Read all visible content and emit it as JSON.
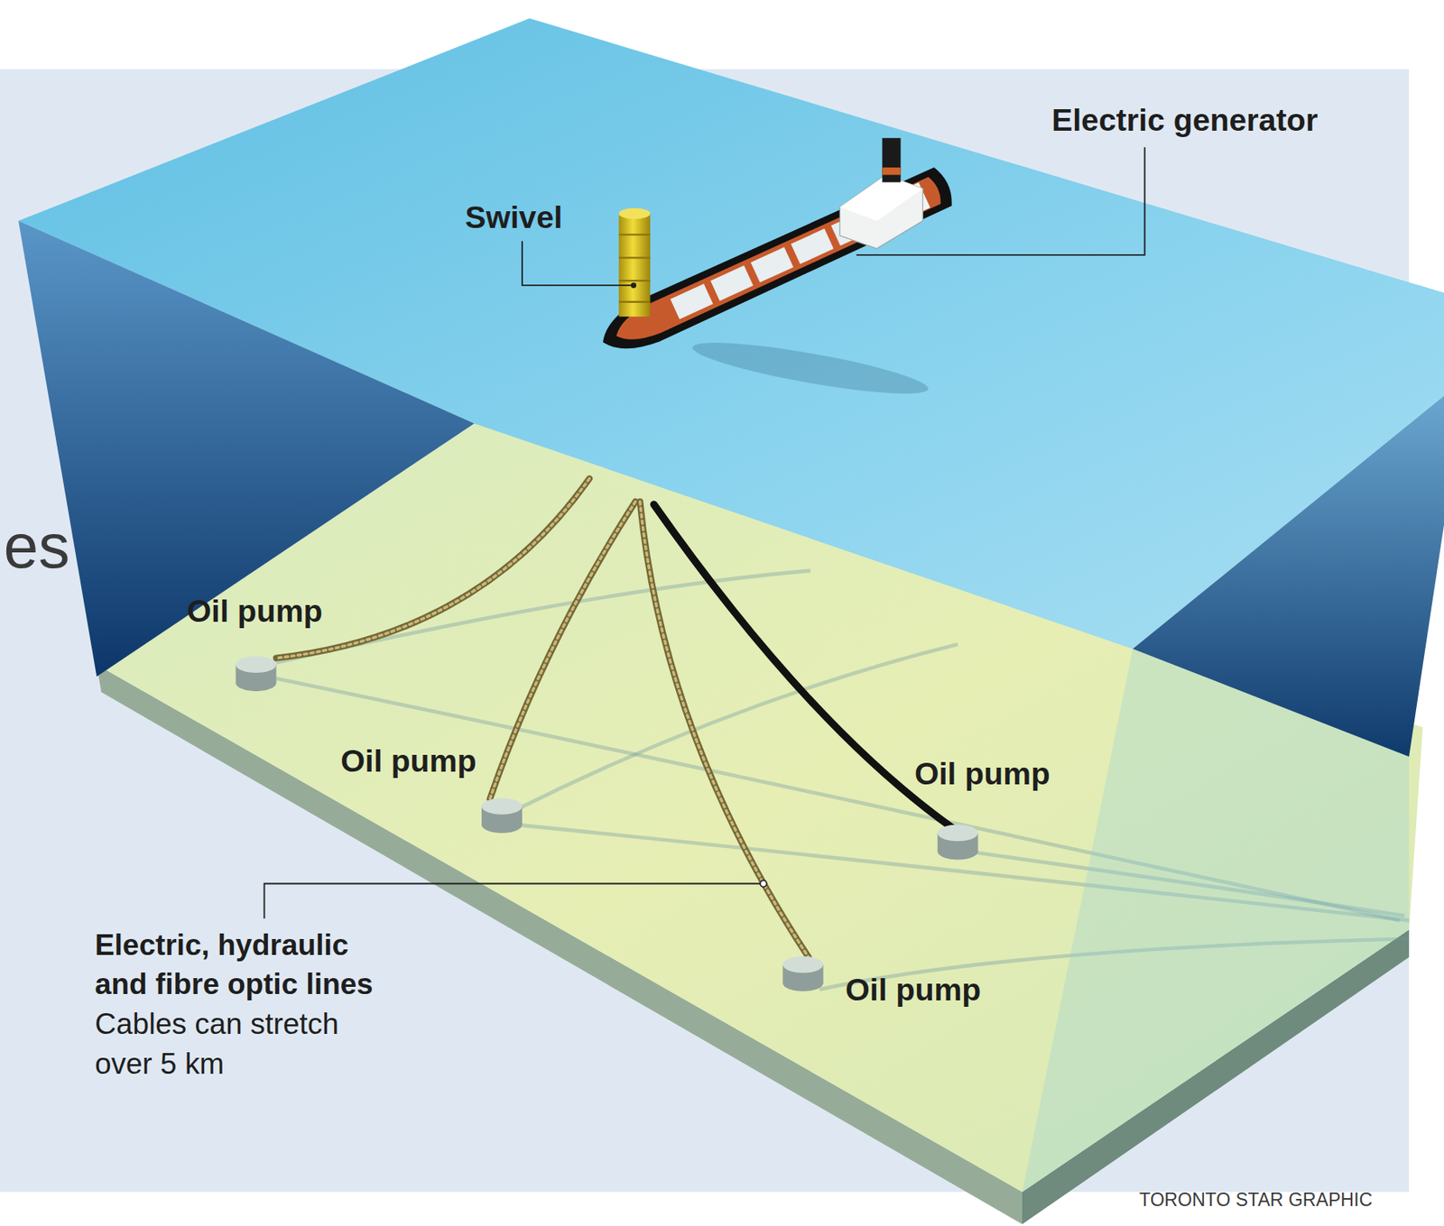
{
  "diagram": {
    "labels": [
      "Electric generator",
      "Swivel",
      "es",
      "Oil pump",
      "Oil pump",
      "Oil pump",
      "Oil pump",
      "Electric, hydraulic and fibre optic lines",
      "Cables can stretch over 5 km",
      "TORONTO STAR GRAPHIC"
    ]
  }
}
